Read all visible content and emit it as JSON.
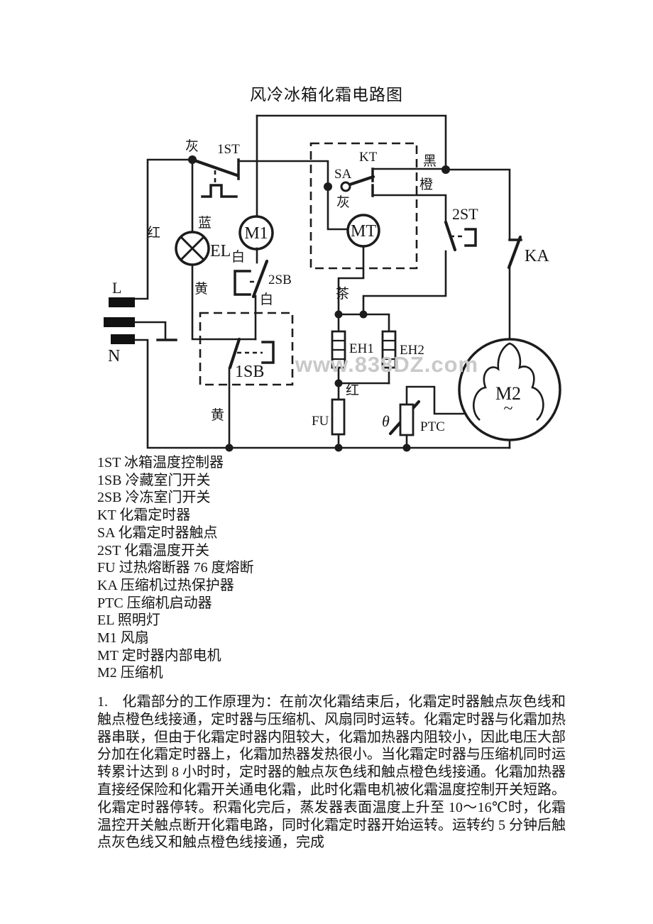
{
  "page": {
    "title": "风冷冰箱化霜电路图",
    "watermark": "www.838DZ.com"
  },
  "diagram": {
    "terminals": {
      "live": "L",
      "neutral": "N"
    },
    "components": {
      "st1": "1ST",
      "kt": "KT",
      "sa": "SA",
      "st2": "2ST",
      "ka": "KA",
      "sb2": "2SB",
      "sb1": "1SB",
      "el": "EL",
      "m1": "M1",
      "mt": "MT",
      "m2": "M2",
      "m2_tilde": "~",
      "eh1": "EH1",
      "eh2": "EH2",
      "fu": "FU",
      "ptc": "PTC",
      "theta": "θ"
    },
    "wire_colors": {
      "gray_top": "灰",
      "gray_sa": "灰",
      "black": "黑",
      "orange": "橙",
      "brown": "茶",
      "blue": "蓝",
      "red_left": "红",
      "red_mid": "红",
      "white_upper": "白",
      "white_lower": "白",
      "yellow_left": "黄",
      "yellow_mid": "黄"
    }
  },
  "legend": {
    "items": [
      "1ST 冰箱温度控制器",
      "1SB 冷藏室门开关",
      "2SB 冷冻室门开关",
      "KT 化霜定时器",
      "SA 化霜定时器触点",
      "2ST 化霜温度开关",
      "FU 过热熔断器  76 度熔断",
      "KA 压缩机过热保护器",
      "PTC 压缩机启动器",
      "EL 照明灯",
      "M1 风扇",
      "MT 定时器内部电机",
      "M2 压缩机"
    ]
  },
  "article": {
    "paragraph": "1.　化霜部分的工作原理为：在前次化霜结束后，化霜定时器触点灰色线和触点橙色线接通，定时器与压缩机、风扇同时运转。化霜定时器与化霜加热器串联，但由于化霜定时器内阻较大，化霜加热器内阻较小，因此电压大部分加在化霜定时器上，化霜加热器发热很小。当化霜定时器与压缩机同时运转累计达到 8 小时时，定时器的触点灰色线和触点橙色线接通。化霜加热器直接经保险和化霜开关通电化霜，此时化霜电机被化霜温度控制开关短路。化霜定时器停转。积霜化完后，蒸发器表面温度上升至 10～16℃时，化霜温控开关触点断开化霜电路，同时化霜定时器开始运转。运转约 5 分钟后触点灰色线又和触点橙色线接通，完成"
  }
}
